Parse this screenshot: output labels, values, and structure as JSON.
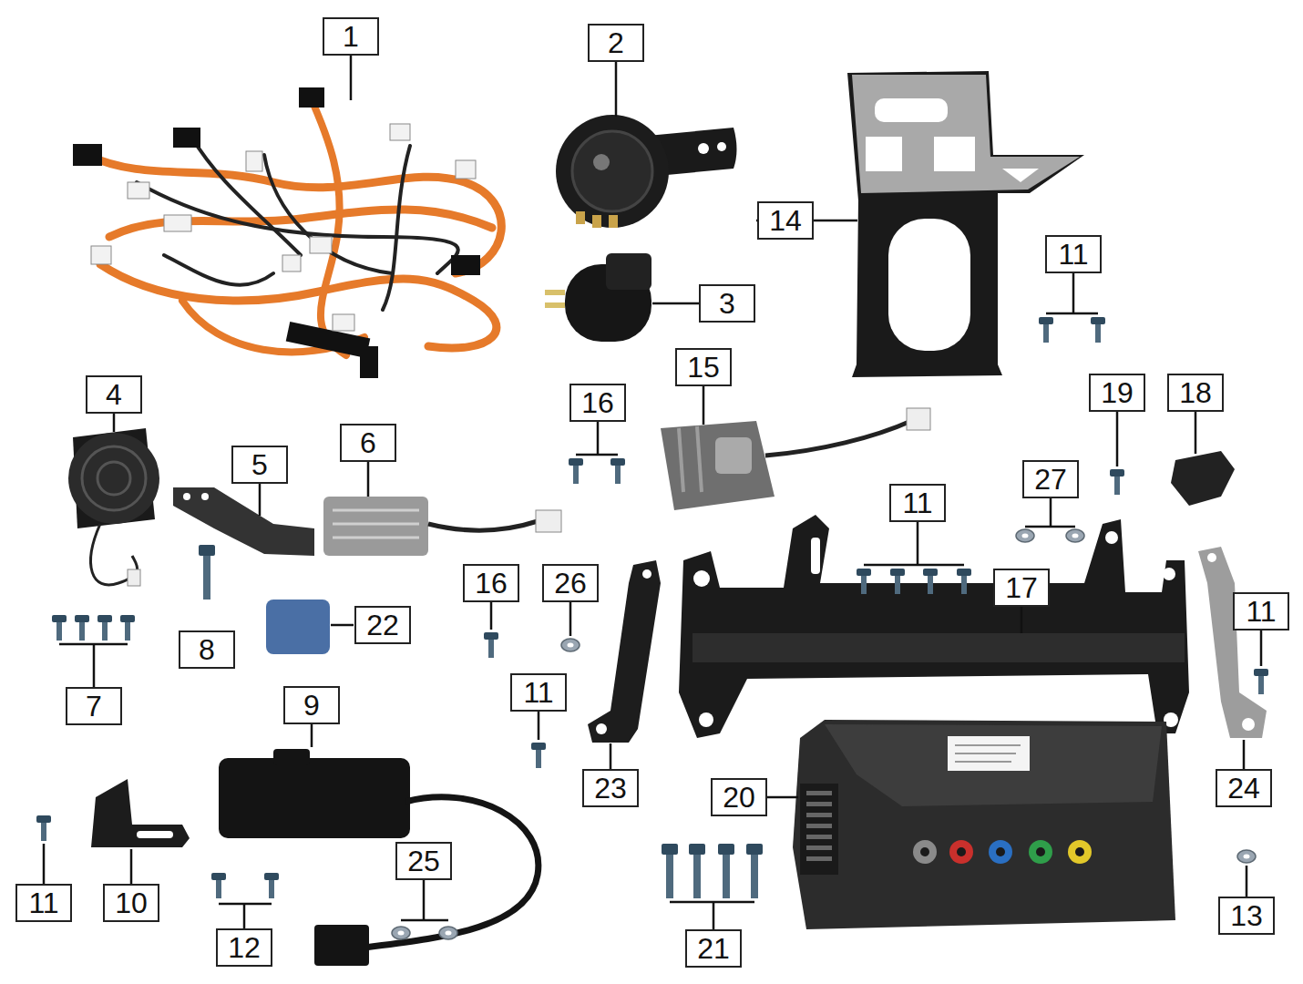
{
  "diagram": {
    "nodes": [
      {
        "text": [
          "1"
        ]
      },
      {
        "text": [
          "2"
        ]
      },
      {
        "text": [
          "14"
        ]
      },
      {
        "text": [
          "11"
        ]
      },
      {
        "text": [
          "3"
        ]
      },
      {
        "text": [
          "15"
        ]
      },
      {
        "text": [
          "16"
        ]
      },
      {
        "text": [
          "4"
        ]
      },
      {
        "text": [
          "19"
        ]
      },
      {
        "text": [
          "18"
        ]
      },
      {
        "text": [
          "6"
        ]
      },
      {
        "text": [
          "5"
        ]
      },
      {
        "text": [
          "27"
        ]
      },
      {
        "text": [
          "11"
        ]
      },
      {
        "text": [
          "16"
        ]
      },
      {
        "text": [
          "26"
        ]
      },
      {
        "text": [
          "17"
        ]
      },
      {
        "text": [
          "11"
        ]
      },
      {
        "text": [
          "22"
        ]
      },
      {
        "text": [
          "8"
        ]
      },
      {
        "text": [
          "11"
        ]
      },
      {
        "text": [
          "9"
        ]
      },
      {
        "text": [
          "7"
        ]
      },
      {
        "text": [
          "23"
        ]
      },
      {
        "text": [
          "24"
        ]
      },
      {
        "text": [
          "20"
        ]
      },
      {
        "text": [
          "25"
        ]
      },
      {
        "text": [
          "11"
        ]
      },
      {
        "text": [
          "10"
        ]
      },
      {
        "text": [
          "13"
        ]
      },
      {
        "text": [
          "12"
        ]
      },
      {
        "text": [
          "21"
        ]
      }
    ]
  }
}
